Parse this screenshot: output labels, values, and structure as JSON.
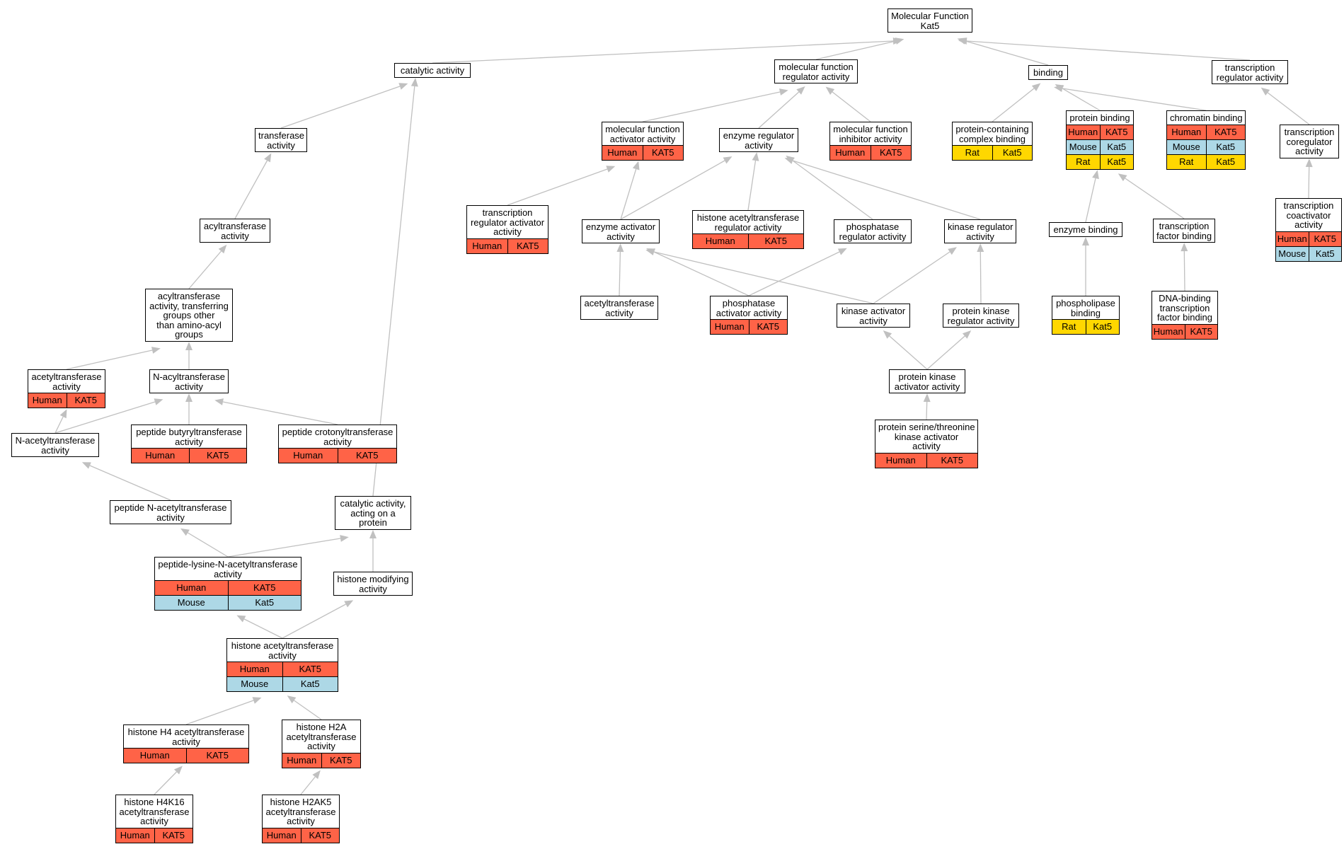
{
  "colors": {
    "human": "#ff6347",
    "mouse": "#add8e6",
    "rat": "#ffd700",
    "edge": "#c0c0c0",
    "border": "#000000"
  },
  "nodes": [
    {
      "id": "mf",
      "lines": [
        "Molecular Function",
        "Kat5"
      ],
      "rows": []
    },
    {
      "id": "catalytic",
      "lines": [
        "catalytic activity"
      ],
      "rows": []
    },
    {
      "id": "mfreg",
      "lines": [
        "molecular function",
        "regulator activity"
      ],
      "rows": []
    },
    {
      "id": "binding",
      "lines": [
        "binding"
      ],
      "rows": []
    },
    {
      "id": "treg",
      "lines": [
        "transcription",
        "regulator activity"
      ],
      "rows": []
    },
    {
      "id": "transferase",
      "lines": [
        "transferase",
        "activity"
      ],
      "rows": []
    },
    {
      "id": "mfact",
      "lines": [
        "molecular function",
        "activator activity"
      ],
      "rows": [
        [
          "Human",
          "KAT5"
        ]
      ]
    },
    {
      "id": "enzreg",
      "lines": [
        "enzyme regulator",
        "activity"
      ],
      "rows": []
    },
    {
      "id": "mfinh",
      "lines": [
        "molecular function",
        "inhibitor activity"
      ],
      "rows": [
        [
          "Human",
          "KAT5"
        ]
      ]
    },
    {
      "id": "pcomplex",
      "lines": [
        "protein-containing",
        "complex binding"
      ],
      "rows": [
        [
          "Rat",
          "Kat5"
        ]
      ]
    },
    {
      "id": "protbind",
      "lines": [
        "protein binding"
      ],
      "rows": [
        [
          "Human",
          "KAT5"
        ],
        [
          "Mouse",
          "Kat5"
        ],
        [
          "Rat",
          "Kat5"
        ]
      ]
    },
    {
      "id": "chrom",
      "lines": [
        "chromatin binding"
      ],
      "rows": [
        [
          "Human",
          "KAT5"
        ],
        [
          "Mouse",
          "Kat5"
        ],
        [
          "Rat",
          "Kat5"
        ]
      ]
    },
    {
      "id": "tcoreg",
      "lines": [
        "transcription",
        "coregulator",
        "activity"
      ],
      "rows": []
    },
    {
      "id": "acyltr",
      "lines": [
        "acyltransferase",
        "activity"
      ],
      "rows": []
    },
    {
      "id": "tregact",
      "lines": [
        "transcription",
        "regulator activator",
        "activity"
      ],
      "rows": [
        [
          "Human",
          "KAT5"
        ]
      ]
    },
    {
      "id": "enzact",
      "lines": [
        "enzyme activator",
        "activity"
      ],
      "rows": []
    },
    {
      "id": "hatreg",
      "lines": [
        "histone acetyltransferase",
        "regulator activity"
      ],
      "rows": [
        [
          "Human",
          "KAT5"
        ]
      ]
    },
    {
      "id": "phosreg",
      "lines": [
        "phosphatase",
        "regulator activity"
      ],
      "rows": []
    },
    {
      "id": "kinreg",
      "lines": [
        "kinase regulator",
        "activity"
      ],
      "rows": []
    },
    {
      "id": "enzbind",
      "lines": [
        "enzyme binding"
      ],
      "rows": []
    },
    {
      "id": "tfbind",
      "lines": [
        "transcription",
        "factor binding"
      ],
      "rows": []
    },
    {
      "id": "tcoact",
      "lines": [
        "transcription",
        "coactivator",
        "activity"
      ],
      "rows": [
        [
          "Human",
          "KAT5"
        ],
        [
          "Mouse",
          "Kat5"
        ]
      ]
    },
    {
      "id": "acylnonaa",
      "lines": [
        "acyltransferase",
        "activity, transferring",
        "groups other",
        "than amino-acyl",
        "groups"
      ],
      "rows": []
    },
    {
      "id": "acetyltr",
      "lines": [
        "acetyltransferase",
        "activity"
      ],
      "rows": [
        [
          "Human",
          "KAT5"
        ]
      ]
    },
    {
      "id": "phosact",
      "lines": [
        "phosphatase",
        "activator activity"
      ],
      "rows": [
        [
          "Human",
          "KAT5"
        ]
      ]
    },
    {
      "id": "kinact",
      "lines": [
        "kinase activator",
        "activity"
      ],
      "rows": []
    },
    {
      "id": "pkreg",
      "lines": [
        "protein kinase",
        "regulator activity"
      ],
      "rows": []
    },
    {
      "id": "phoslip",
      "lines": [
        "phospholipase",
        "binding"
      ],
      "rows": [
        [
          "Rat",
          "Kat5"
        ]
      ]
    },
    {
      "id": "dnatf",
      "lines": [
        "DNA-binding",
        "transcription",
        "factor binding"
      ],
      "rows": [
        [
          "Human",
          "KAT5"
        ]
      ]
    },
    {
      "id": "acetylact",
      "lines": [
        "acetyltransferase",
        "activity"
      ],
      "rows": []
    },
    {
      "id": "nacyl",
      "lines": [
        "N-acyltransferase",
        "activity"
      ],
      "rows": []
    },
    {
      "id": "pkact",
      "lines": [
        "protein kinase",
        "activator activity"
      ],
      "rows": []
    },
    {
      "id": "nacetyl",
      "lines": [
        "N-acetyltransferase",
        "activity"
      ],
      "rows": []
    },
    {
      "id": "pbutyr",
      "lines": [
        "peptide butyryltransferase",
        "activity"
      ],
      "rows": [
        [
          "Human",
          "KAT5"
        ]
      ]
    },
    {
      "id": "pcroton",
      "lines": [
        "peptide crotonyltransferase",
        "activity"
      ],
      "rows": [
        [
          "Human",
          "KAT5"
        ]
      ]
    },
    {
      "id": "psertk",
      "lines": [
        "protein serine/threonine",
        "kinase activator",
        "activity"
      ],
      "rows": [
        [
          "Human",
          "KAT5"
        ]
      ]
    },
    {
      "id": "pnacetyl",
      "lines": [
        "peptide N-acetyltransferase",
        "activity"
      ],
      "rows": []
    },
    {
      "id": "catprot",
      "lines": [
        "catalytic activity,",
        "acting on a",
        "protein"
      ],
      "rows": []
    },
    {
      "id": "plysine",
      "lines": [
        "peptide-lysine-N-acetyltransferase",
        "activity"
      ],
      "rows": [
        [
          "Human",
          "KAT5"
        ],
        [
          "Mouse",
          "Kat5"
        ]
      ]
    },
    {
      "id": "histmod",
      "lines": [
        "histone modifying",
        "activity"
      ],
      "rows": []
    },
    {
      "id": "hat",
      "lines": [
        "histone acetyltransferase",
        "activity"
      ],
      "rows": [
        [
          "Human",
          "KAT5"
        ],
        [
          "Mouse",
          "Kat5"
        ]
      ]
    },
    {
      "id": "h4at",
      "lines": [
        "histone H4 acetyltransferase",
        "activity"
      ],
      "rows": [
        [
          "Human",
          "KAT5"
        ]
      ]
    },
    {
      "id": "h2aat",
      "lines": [
        "histone H2A",
        "acetyltransferase",
        "activity"
      ],
      "rows": [
        [
          "Human",
          "KAT5"
        ]
      ]
    },
    {
      "id": "h4k16",
      "lines": [
        "histone H4K16",
        "acetyltransferase",
        "activity"
      ],
      "rows": [
        [
          "Human",
          "KAT5"
        ]
      ]
    },
    {
      "id": "h2ak5",
      "lines": [
        "histone H2AK5",
        "acetyltransferase",
        "activity"
      ],
      "rows": [
        [
          "Human",
          "KAT5"
        ]
      ]
    }
  ],
  "edges": [
    [
      "catalytic",
      "mf"
    ],
    [
      "mfreg",
      "mf"
    ],
    [
      "binding",
      "mf"
    ],
    [
      "treg",
      "mf"
    ],
    [
      "transferase",
      "catalytic"
    ],
    [
      "catprot",
      "catalytic"
    ],
    [
      "mfact",
      "mfreg"
    ],
    [
      "enzreg",
      "mfreg"
    ],
    [
      "mfinh",
      "mfreg"
    ],
    [
      "pcomplex",
      "binding"
    ],
    [
      "protbind",
      "binding"
    ],
    [
      "chrom",
      "binding"
    ],
    [
      "tcoreg",
      "treg"
    ],
    [
      "acyltr",
      "transferase"
    ],
    [
      "tregact",
      "mfact"
    ],
    [
      "enzact",
      "mfact"
    ],
    [
      "enzact",
      "enzreg"
    ],
    [
      "hatreg",
      "enzreg"
    ],
    [
      "phosreg",
      "enzreg"
    ],
    [
      "kinreg",
      "enzreg"
    ],
    [
      "enzbind",
      "protbind"
    ],
    [
      "tfbind",
      "protbind"
    ],
    [
      "tcoact",
      "tcoreg"
    ],
    [
      "acylnonaa",
      "acyltr"
    ],
    [
      "acetylact",
      "enzact"
    ],
    [
      "phosact",
      "enzact"
    ],
    [
      "kinact",
      "enzact"
    ],
    [
      "phosact",
      "phosreg"
    ],
    [
      "kinact",
      "kinreg"
    ],
    [
      "pkreg",
      "kinreg"
    ],
    [
      "phoslip",
      "enzbind"
    ],
    [
      "dnatf",
      "tfbind"
    ],
    [
      "acetyltr",
      "acylnonaa"
    ],
    [
      "nacyl",
      "acylnonaa"
    ],
    [
      "pkact",
      "kinact"
    ],
    [
      "pkact",
      "pkreg"
    ],
    [
      "nacetyl",
      "acetyltr"
    ],
    [
      "nacetyl",
      "nacyl"
    ],
    [
      "pbutyr",
      "nacyl"
    ],
    [
      "pcroton",
      "nacyl"
    ],
    [
      "psertk",
      "pkact"
    ],
    [
      "pnacetyl",
      "nacetyl"
    ],
    [
      "plysine",
      "pnacetyl"
    ],
    [
      "plysine",
      "catprot"
    ],
    [
      "histmod",
      "catprot"
    ],
    [
      "hat",
      "plysine"
    ],
    [
      "hat",
      "histmod"
    ],
    [
      "h4at",
      "hat"
    ],
    [
      "h2aat",
      "hat"
    ],
    [
      "h4k16",
      "h4at"
    ],
    [
      "h2ak5",
      "h2aat"
    ]
  ]
}
